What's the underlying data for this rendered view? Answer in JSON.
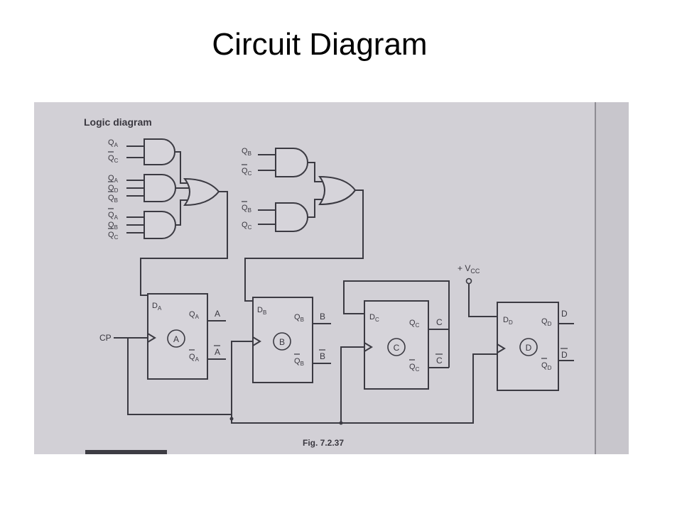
{
  "slide": {
    "title": "Circuit Diagram"
  },
  "figure": {
    "heading": "Logic diagram",
    "caption": "Fig. 7.2.37",
    "vcc": "+ V",
    "vcc_sub": "CC",
    "clock": "CP",
    "ffA": {
      "name": "A",
      "d": "D",
      "d_sub": "A",
      "q": "Q",
      "q_sub": "A",
      "qbar_sub": "A",
      "out": "A",
      "outbar": "A"
    },
    "ffB": {
      "name": "B",
      "d": "D",
      "d_sub": "B",
      "q": "Q",
      "q_sub": "B",
      "qbar_sub": "B",
      "out": "B",
      "outbar": "B"
    },
    "ffC": {
      "name": "C",
      "d": "D",
      "d_sub": "C",
      "q": "Q",
      "q_sub": "C",
      "qbar_sub": "C",
      "out": "C",
      "outbar": "C"
    },
    "ffD": {
      "name": "D",
      "d": "D",
      "d_sub": "D",
      "q": "Q",
      "q_sub": "D",
      "qbar_sub": "D",
      "out": "D",
      "outbar": "D"
    },
    "gate_inputs_a": [
      {
        "q": "Q",
        "sub": "A"
      },
      {
        "q": "Q",
        "sub": "C"
      },
      {
        "q": "Q",
        "sub": "A"
      },
      {
        "q": "Q",
        "sub": "D"
      },
      {
        "q": "Q",
        "sub": "B"
      },
      {
        "q": "Q",
        "sub": "A"
      },
      {
        "q": "Q",
        "sub": "B"
      },
      {
        "q": "Q",
        "sub": "C"
      }
    ],
    "gate_inputs_b": [
      {
        "q": "Q",
        "sub": "B"
      },
      {
        "q": "Q",
        "sub": "C"
      },
      {
        "q": "Q",
        "sub": "B"
      },
      {
        "q": "Q",
        "sub": "C"
      }
    ]
  }
}
